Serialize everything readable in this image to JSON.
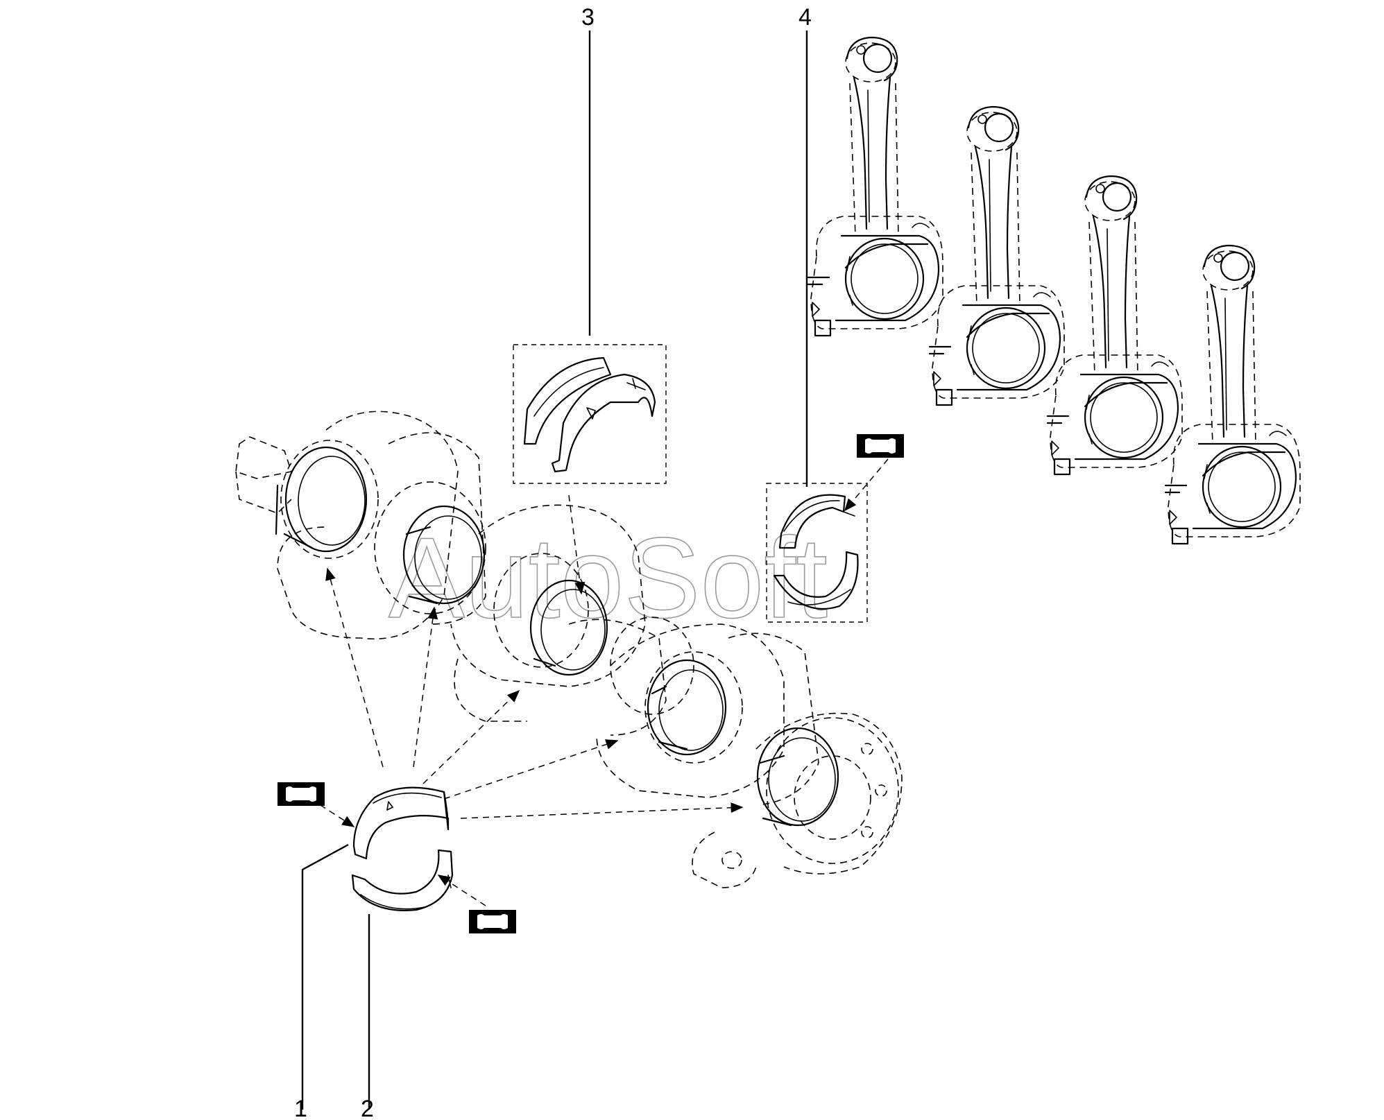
{
  "watermark": "AutoSoft",
  "callouts": [
    {
      "label": "1"
    },
    {
      "label": "2"
    },
    {
      "label": "3"
    },
    {
      "label": "4"
    }
  ],
  "colors": {
    "line": "#000000",
    "background": "#ffffff",
    "watermark": "#9a9a9a"
  },
  "icons": [
    "lubricate-symbol-icon"
  ]
}
